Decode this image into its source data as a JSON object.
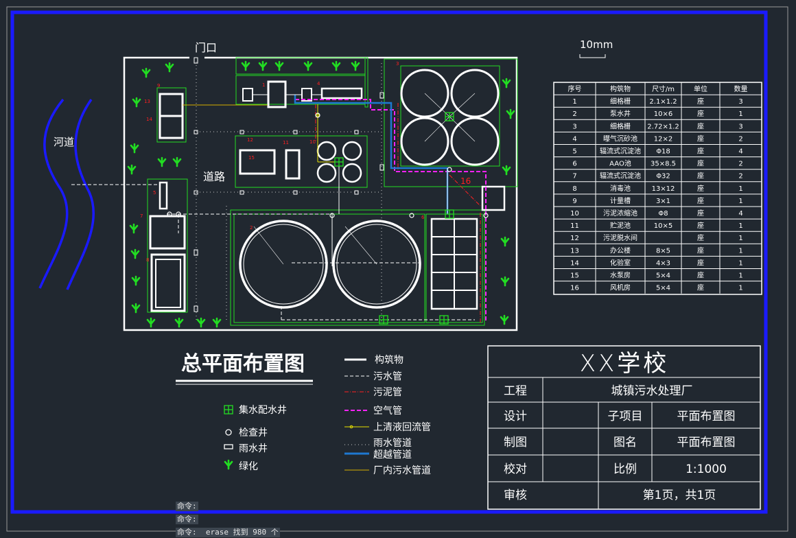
{
  "drawing": {
    "labels": {
      "gate": "门口",
      "river": "河道",
      "road": "道路",
      "scale": "10mm"
    },
    "unit_numbers": [
      "1",
      "2",
      "3",
      "4",
      "5",
      "6",
      "7",
      "8",
      "9",
      "10",
      "11",
      "12",
      "13",
      "14",
      "15",
      "16"
    ],
    "plan_title": "总平面布置图",
    "colors": {
      "background": "#212830",
      "border": "#1a1aff",
      "structure": "#ffffff",
      "greenery": "#22dd22",
      "sludge_pipe": "#ff2020",
      "air_pipe": "#ff22ff",
      "return_pipe": "#e8e000",
      "rain_pipe": "#ffffff",
      "overflow_pipe": "#1e78d0",
      "plant_sewage_pipe": "#d8b000"
    }
  },
  "legend": {
    "symbols": [
      {
        "icon": "collect-distribute-well",
        "label": "集水配水井"
      },
      {
        "icon": "inspection-well",
        "label": "检查井"
      },
      {
        "icon": "rain-well",
        "label": "雨水井"
      },
      {
        "icon": "tree",
        "label": "绿化"
      }
    ],
    "lines": [
      {
        "style": "structure",
        "label": "构筑物"
      },
      {
        "style": "sewage",
        "label": "污水管"
      },
      {
        "style": "sludge",
        "label": "污泥管"
      },
      {
        "style": "air",
        "label": "空气管"
      },
      {
        "style": "return",
        "label": "上清液回流管"
      },
      {
        "style": "rain",
        "label": "雨水管道"
      },
      {
        "style": "overflow",
        "label": "超越管道"
      },
      {
        "style": "plant-sewage",
        "label": "厂内污水管道"
      }
    ]
  },
  "schedule": {
    "headers": [
      "序号",
      "构筑物",
      "尺寸/m",
      "单位",
      "数量"
    ],
    "rows": [
      [
        "1",
        "细格栅",
        "2.1×1.2",
        "座",
        "3"
      ],
      [
        "2",
        "泵水井",
        "10×6",
        "座",
        "1"
      ],
      [
        "3",
        "细格栅",
        "2.72×1.2",
        "座",
        "3"
      ],
      [
        "4",
        "曝气沉砂池",
        "12×2",
        "座",
        "2"
      ],
      [
        "5",
        "辐流式沉淀池",
        "Φ18",
        "座",
        "4"
      ],
      [
        "6",
        "AAO池",
        "35×8.5",
        "座",
        "2"
      ],
      [
        "7",
        "辐流式沉淀池",
        "Φ32",
        "座",
        "2"
      ],
      [
        "8",
        "消毒池",
        "13×12",
        "座",
        "1"
      ],
      [
        "9",
        "计量槽",
        "3×1",
        "座",
        "1"
      ],
      [
        "10",
        "污泥浓缩池",
        "Φ8",
        "座",
        "4"
      ],
      [
        "11",
        "贮泥池",
        "10×5",
        "座",
        "1"
      ],
      [
        "12",
        "污泥脱水间",
        "",
        "座",
        "1"
      ],
      [
        "13",
        "办公楼",
        "8×5",
        "座",
        "1"
      ],
      [
        "14",
        "化验室",
        "4×3",
        "座",
        "1"
      ],
      [
        "15",
        "水泵房",
        "5×4",
        "座",
        "1"
      ],
      [
        "16",
        "风机房",
        "5×4",
        "座",
        "1"
      ]
    ]
  },
  "title_block": {
    "school": "XX学校",
    "project_label": "工程",
    "project_value": "城镇污水处理厂",
    "design_label": "设计",
    "subitem_label": "子项目",
    "subitem_value": "平面布置图",
    "draw_label": "制图",
    "drawing_name_label": "图名",
    "drawing_name_value": "平面布置图",
    "check_label": "校对",
    "scale_label": "比例",
    "scale_value": "1:1000",
    "review_label": "审核",
    "page_value": "第1页，共1页"
  },
  "command_lines": [
    "命令:",
    "命令:",
    "命令:  erase 找到 980 个"
  ]
}
